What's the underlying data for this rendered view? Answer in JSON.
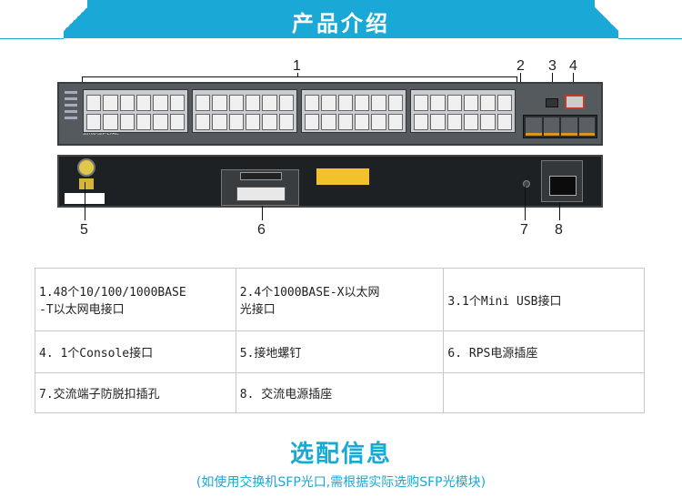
{
  "header": {
    "title": "产品介绍"
  },
  "callouts": [
    "1",
    "2",
    "3",
    "4",
    "5",
    "6",
    "7",
    "8"
  ],
  "device": {
    "front_model": "S5700-52P-LI-AC"
  },
  "table": {
    "rows": [
      [
        "1.48个10/100/1000BASE\n-T以太网电接口",
        "2.4个1000BASE-X以太网\n光接口",
        "3.1个Mini USB接口"
      ],
      [
        "4. 1个Console接口",
        "5.接地螺钉",
        "6. RPS电源插座"
      ],
      [
        "7.交流端子防脱扣插孔",
        "8. 交流电源插座",
        ""
      ]
    ]
  },
  "section": {
    "title": "选配信息",
    "subtitle": "(如使用交换机SFP光口,需根据实际选购SFP光模块)"
  },
  "colors": {
    "accent": "#1aa9d6"
  }
}
